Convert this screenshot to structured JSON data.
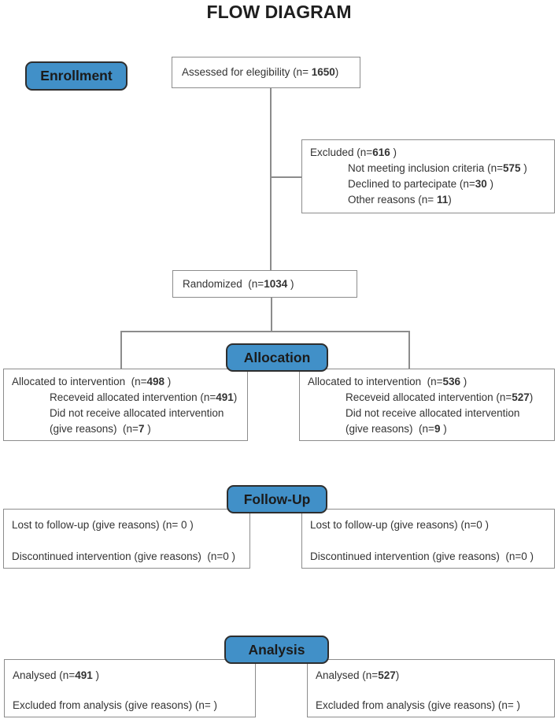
{
  "title": "FLOW DIAGRAM",
  "colors": {
    "badge_fill": "#4190c8",
    "badge_border": "#2e2e2e",
    "box_border": "#8c8c8c",
    "connector": "#8c8c8c",
    "text": "#333333"
  },
  "stages": {
    "enrollment": "Enrollment",
    "allocation": "Allocation",
    "followup": "Follow-Up",
    "analysis": "Analysis"
  },
  "boxes": {
    "assessed": {
      "lines": [
        {
          "pre": "Assessed for elegibility (n= ",
          "bold": "1650",
          "post": ")"
        }
      ]
    },
    "excluded": {
      "lines": [
        {
          "pre": "Excluded (n=",
          "bold": "616",
          "post": " )"
        },
        {
          "pre": "Not meeting inclusion criteria (n=",
          "bold": "575",
          "post": " )"
        },
        {
          "pre": "Declined to partecipate (n=",
          "bold": "30",
          "post": " )"
        },
        {
          "pre": "Other reasons (n= ",
          "bold": "11",
          "post": ")"
        }
      ]
    },
    "randomized": {
      "lines": [
        {
          "pre": "Randomized  (n=",
          "bold": "1034",
          "post": " )"
        }
      ]
    },
    "allocation_left": {
      "lines": [
        {
          "pre": "Allocated to intervention  (n=",
          "bold": "498",
          "post": " )"
        },
        {
          "pre": "Receveid allocated intervention (n=",
          "bold": "491",
          "post": ")"
        },
        {
          "pre": "Did not receive allocated intervention"
        },
        {
          "pre": "(give reasons)  (n=",
          "bold": "7",
          "post": " )"
        }
      ]
    },
    "allocation_right": {
      "lines": [
        {
          "pre": "Allocated to intervention  (n=",
          "bold": "536",
          "post": " )"
        },
        {
          "pre": "Receveid allocated intervention (n=",
          "bold": "527",
          "post": ")"
        },
        {
          "pre": "Did not receive allocated intervention"
        },
        {
          "pre": "(give reasons)  (n=",
          "bold": "9",
          "post": " )"
        }
      ]
    },
    "followup_left": {
      "lines": [
        {
          "pre": "Lost to follow-up (give reasons) (n= 0 )"
        },
        {
          "pre": "Discontinued intervention (give reasons)  (n=0 )"
        }
      ]
    },
    "followup_right": {
      "lines": [
        {
          "pre": "Lost to follow-up (give reasons) (n=0 )"
        },
        {
          "pre": "Discontinued intervention (give reasons)  (n=0 )"
        }
      ]
    },
    "analysis_left": {
      "lines": [
        {
          "pre": "Analysed (n=",
          "bold": "491",
          "post": " )"
        },
        {
          "pre": "Excluded from analysis (give reasons) (n= )"
        }
      ]
    },
    "analysis_right": {
      "lines": [
        {
          "pre": "Analysed (n=",
          "bold": "527",
          "post": ")"
        },
        {
          "pre": "Excluded from analysis (give reasons) (n= )"
        }
      ]
    }
  }
}
